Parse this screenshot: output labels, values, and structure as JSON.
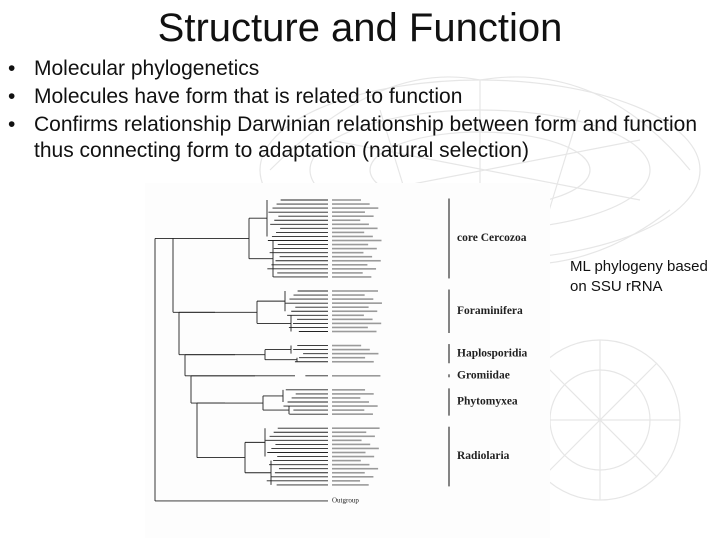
{
  "slide": {
    "title": "Structure and Function",
    "bullets": [
      "Molecular phylogenetics",
      "Molecules have form that is related to function",
      "Confirms relationship Darwinian relationship between form and function thus connecting form to adaptation (natural selection)"
    ],
    "bullet_glyph": "•"
  },
  "figure": {
    "caption": "ML phylogeny based on SSU rRNA",
    "clades": [
      {
        "label": "core Cercozoa",
        "taxa": 20
      },
      {
        "label": "Foraminifera",
        "taxa": 11
      },
      {
        "label": "Haplosporidia",
        "taxa": 5
      },
      {
        "label": "Gromiidae",
        "taxa": 1
      },
      {
        "label": "Phytomyxea",
        "taxa": 7
      },
      {
        "label": "Radiolaria",
        "taxa": 15
      }
    ],
    "outgroup_label": "Outgroup",
    "colors": {
      "ink": "#222222",
      "faint": "#9a9a9a",
      "background_art": "#7a7a7a"
    }
  }
}
